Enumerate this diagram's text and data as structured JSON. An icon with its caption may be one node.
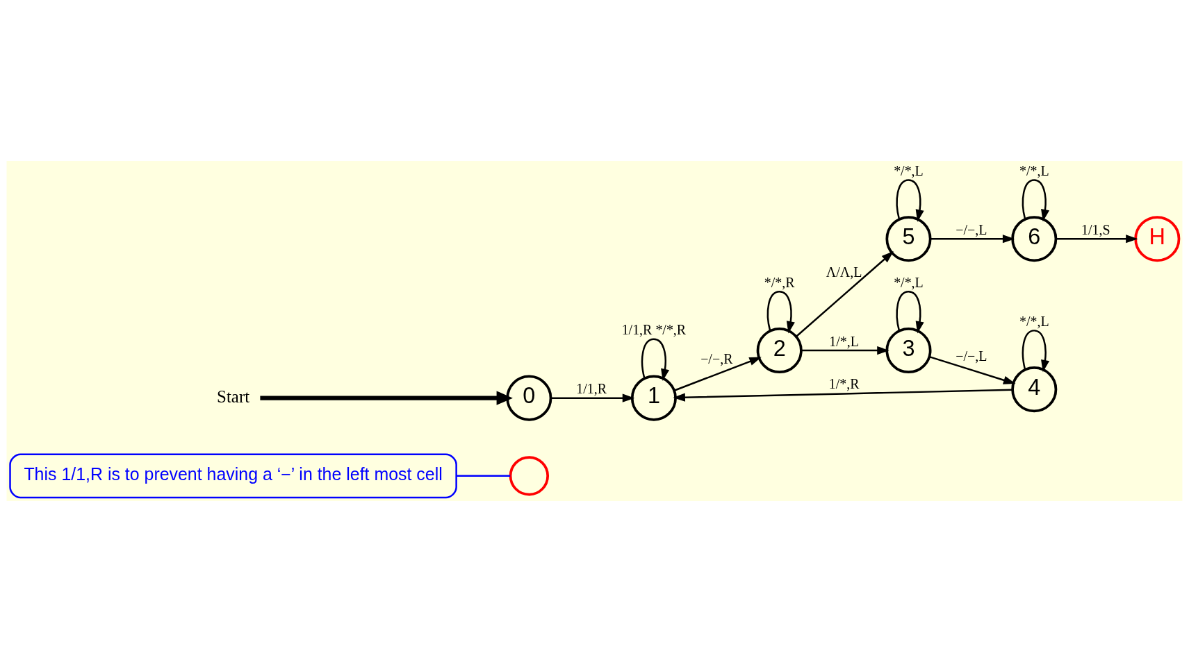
{
  "diagram": {
    "nodes": [
      {
        "text": [
          "This 1/1,R is to prevent having a ‘−’ in the left most cell"
        ]
      },
      {
        "text": [],
        "shape": "circle"
      },
      {
        "text": [
          "Start"
        ]
      },
      {
        "text": [
          "0"
        ]
      },
      {
        "text": [
          "1"
        ]
      },
      {
        "text": [
          "2"
        ]
      },
      {
        "text": [
          "3"
        ]
      },
      {
        "text": [
          "4"
        ]
      },
      {
        "text": [
          "5"
        ]
      },
      {
        "text": [
          "6"
        ]
      },
      {
        "text": [
          "H"
        ]
      }
    ],
    "edges": [
      {
        "from": 0,
        "to": 1,
        "arrow": "none",
        "color": "#0000ff"
      },
      {
        "from": 2,
        "to": 3,
        "arrow": "to",
        "style": "thick"
      },
      {
        "from": 3,
        "to": 4,
        "arrow": "to",
        "label": "1/1,R"
      },
      {
        "from": 4,
        "to": 4,
        "arrow": "to",
        "label": "1/1,R */*,R"
      },
      {
        "from": 4,
        "to": 5,
        "arrow": "to",
        "label": "−/−,R"
      },
      {
        "from": 5,
        "to": 5,
        "arrow": "to",
        "label": "*/*,R"
      },
      {
        "from": 5,
        "to": 6,
        "arrow": "to",
        "label": "1/*,L"
      },
      {
        "from": 6,
        "to": 6,
        "arrow": "to",
        "label": "*/*,L"
      },
      {
        "from": 6,
        "to": 7,
        "arrow": "to",
        "label": "−/−,L"
      },
      {
        "from": 7,
        "to": 7,
        "arrow": "to",
        "label": "*/*,L"
      },
      {
        "from": 7,
        "to": 4,
        "arrow": "to",
        "label": "1/*,R"
      },
      {
        "from": 5,
        "to": 8,
        "arrow": "to",
        "label": "Λ/Λ,L"
      },
      {
        "from": 8,
        "to": 8,
        "arrow": "to",
        "label": "*/*,L"
      },
      {
        "from": 8,
        "to": 9,
        "arrow": "to",
        "label": "−/−,L"
      },
      {
        "from": 9,
        "to": 9,
        "arrow": "to",
        "label": "*/*,L"
      },
      {
        "from": 9,
        "to": 10,
        "arrow": "to",
        "label": "1/1,S"
      }
    ]
  }
}
